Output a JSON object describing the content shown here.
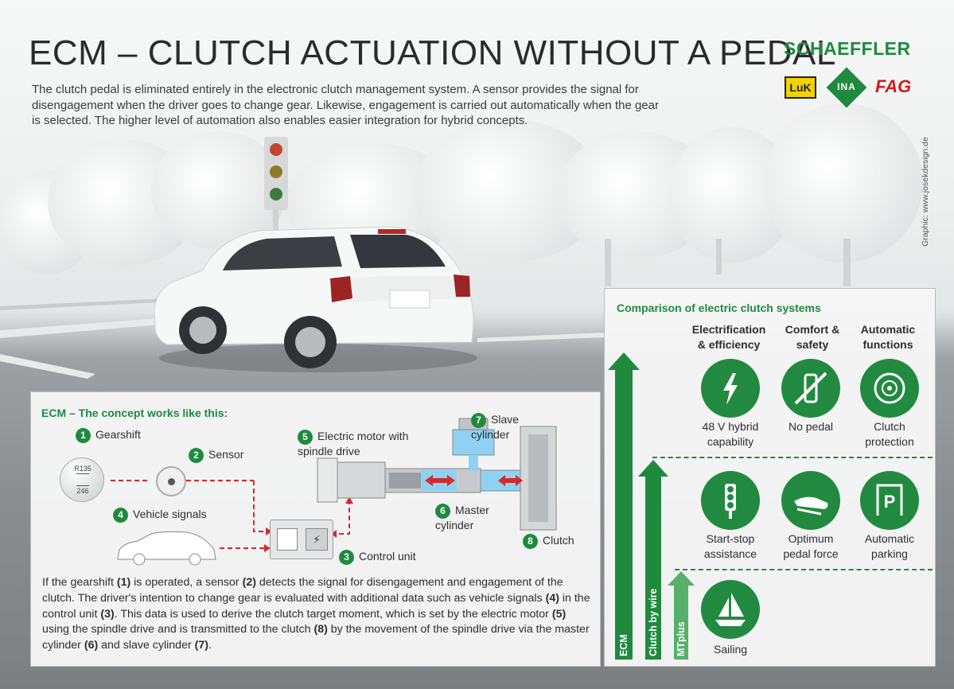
{
  "title": "ECM – CLUTCH ACTUATION WITHOUT A PEDAL",
  "intro": "The clutch pedal is eliminated entirely in the electronic clutch management system. A sensor provides the signal for disengagement when the driver goes to change gear. Likewise, engagement is carried out automatically when the gear is selected. The higher level of automation also enables easier integration for hybrid concepts.",
  "brand": {
    "name": "SCHAEFFLER",
    "logos": [
      "LuK",
      "INA",
      "FAG"
    ]
  },
  "credit": "Graphic: www.josekdesign.de",
  "concept": {
    "title": "ECM – The concept works like this:",
    "gear_pattern_top": "R135",
    "gear_pattern_bottom": "246",
    "items": [
      {
        "n": "1",
        "label": "Gearshift"
      },
      {
        "n": "2",
        "label": "Sensor"
      },
      {
        "n": "3",
        "label": "Control unit"
      },
      {
        "n": "4",
        "label": "Vehicle signals"
      },
      {
        "n": "5",
        "label": "Electric motor with spindle drive"
      },
      {
        "n": "6",
        "label": "Master cylinder"
      },
      {
        "n": "7",
        "label": "Slave cylinder"
      },
      {
        "n": "8",
        "label": "Clutch"
      }
    ],
    "description": [
      {
        "t": "If the gearshift "
      },
      {
        "b": "(1)"
      },
      {
        "t": " is operated, a sensor "
      },
      {
        "b": "(2)"
      },
      {
        "t": " detects the signal for disengagement and engagement of the clutch. The driver's intention to change gear is evaluated with additional data such as vehicle signals "
      },
      {
        "b": "(4)"
      },
      {
        "t": " in the control unit "
      },
      {
        "b": "(3)"
      },
      {
        "t": ". This data is used to derive the clutch target moment, which is set by the electric motor "
      },
      {
        "b": "(5)"
      },
      {
        "t": " using the spindle drive and is transmitted to the clutch "
      },
      {
        "b": "(8)"
      },
      {
        "t": " by the movement of the spindle drive via the master cylinder "
      },
      {
        "b": "(6)"
      },
      {
        "t": " and slave cylinder "
      },
      {
        "b": "(7)"
      },
      {
        "t": "."
      }
    ]
  },
  "comparison": {
    "title": "Comparison of electric clutch systems",
    "columns": [
      {
        "l1": "Electrification",
        "l2": "& efficiency"
      },
      {
        "l1": "Comfort &",
        "l2": "safety"
      },
      {
        "l1": "Automatic",
        "l2": "functions"
      }
    ],
    "features": [
      {
        "icon": "lightning-icon",
        "l1": "48 V hybrid",
        "l2": "capability"
      },
      {
        "icon": "no-pedal-icon",
        "l1": "No pedal",
        "l2": ""
      },
      {
        "icon": "clutch-protection-icon",
        "l1": "Clutch",
        "l2": "protection"
      },
      {
        "icon": "traffic-light-icon",
        "l1": "Start-stop",
        "l2": "assistance"
      },
      {
        "icon": "pedal-foot-icon",
        "l1": "Optimum",
        "l2": "pedal force"
      },
      {
        "icon": "parking-icon",
        "l1": "Automatic",
        "l2": "parking"
      },
      {
        "icon": "sailing-icon",
        "l1": "Sailing",
        "l2": ""
      }
    ],
    "systems": [
      "ECM",
      "Clutch by wire",
      "MTplus"
    ],
    "colors": {
      "green": "#1f8a3e",
      "light_green": "#4caf64"
    }
  }
}
